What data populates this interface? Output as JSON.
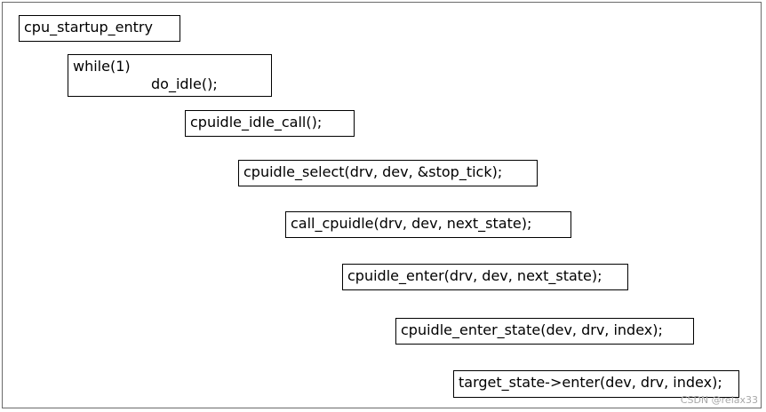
{
  "boxes": {
    "cpu_startup_entry": "cpu_startup_entry",
    "while_loop": {
      "line1": "while(1)",
      "line2": "do_idle();"
    },
    "cpuidle_idle_call": "cpuidle_idle_call();",
    "cpuidle_select": "cpuidle_select(drv, dev, &stop_tick);",
    "call_cpuidle": "call_cpuidle(drv, dev, next_state);",
    "cpuidle_enter": "cpuidle_enter(drv, dev, next_state);",
    "cpuidle_enter_state": "cpuidle_enter_state(dev, drv, index);",
    "target_state_enter": "target_state->enter(dev, drv, index);"
  },
  "watermark": "CSDN @relax33"
}
